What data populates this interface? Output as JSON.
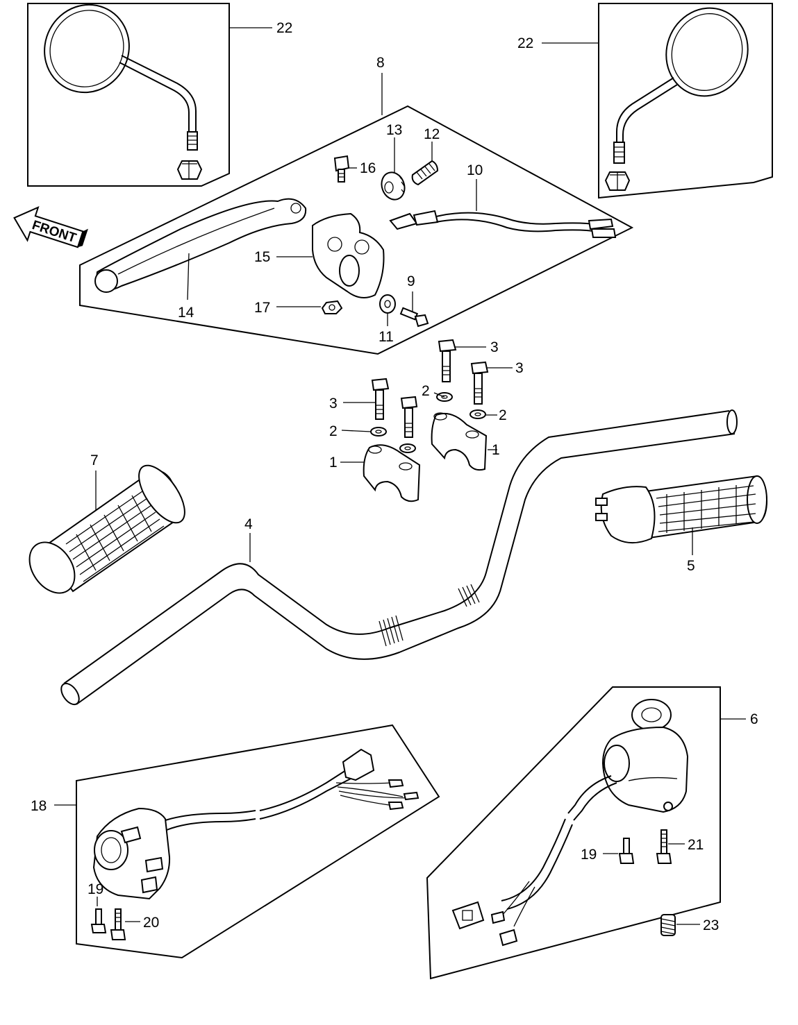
{
  "diagram": {
    "front_label": "FRONT",
    "callouts": {
      "c1a": "1",
      "c1b": "1",
      "c2a": "2",
      "c2b": "2",
      "c2c": "2",
      "c3a": "3",
      "c3b": "3",
      "c3c": "3",
      "c4": "4",
      "c5": "5",
      "c6": "6",
      "c7": "7",
      "c8": "8",
      "c9": "9",
      "c10": "10",
      "c11": "11",
      "c12": "12",
      "c13": "13",
      "c14": "14",
      "c15": "15",
      "c16": "16",
      "c17": "17",
      "c18": "18",
      "c19a": "19",
      "c19b": "19",
      "c20": "20",
      "c21": "21",
      "c22a": "22",
      "c22b": "22",
      "c23": "23"
    }
  }
}
